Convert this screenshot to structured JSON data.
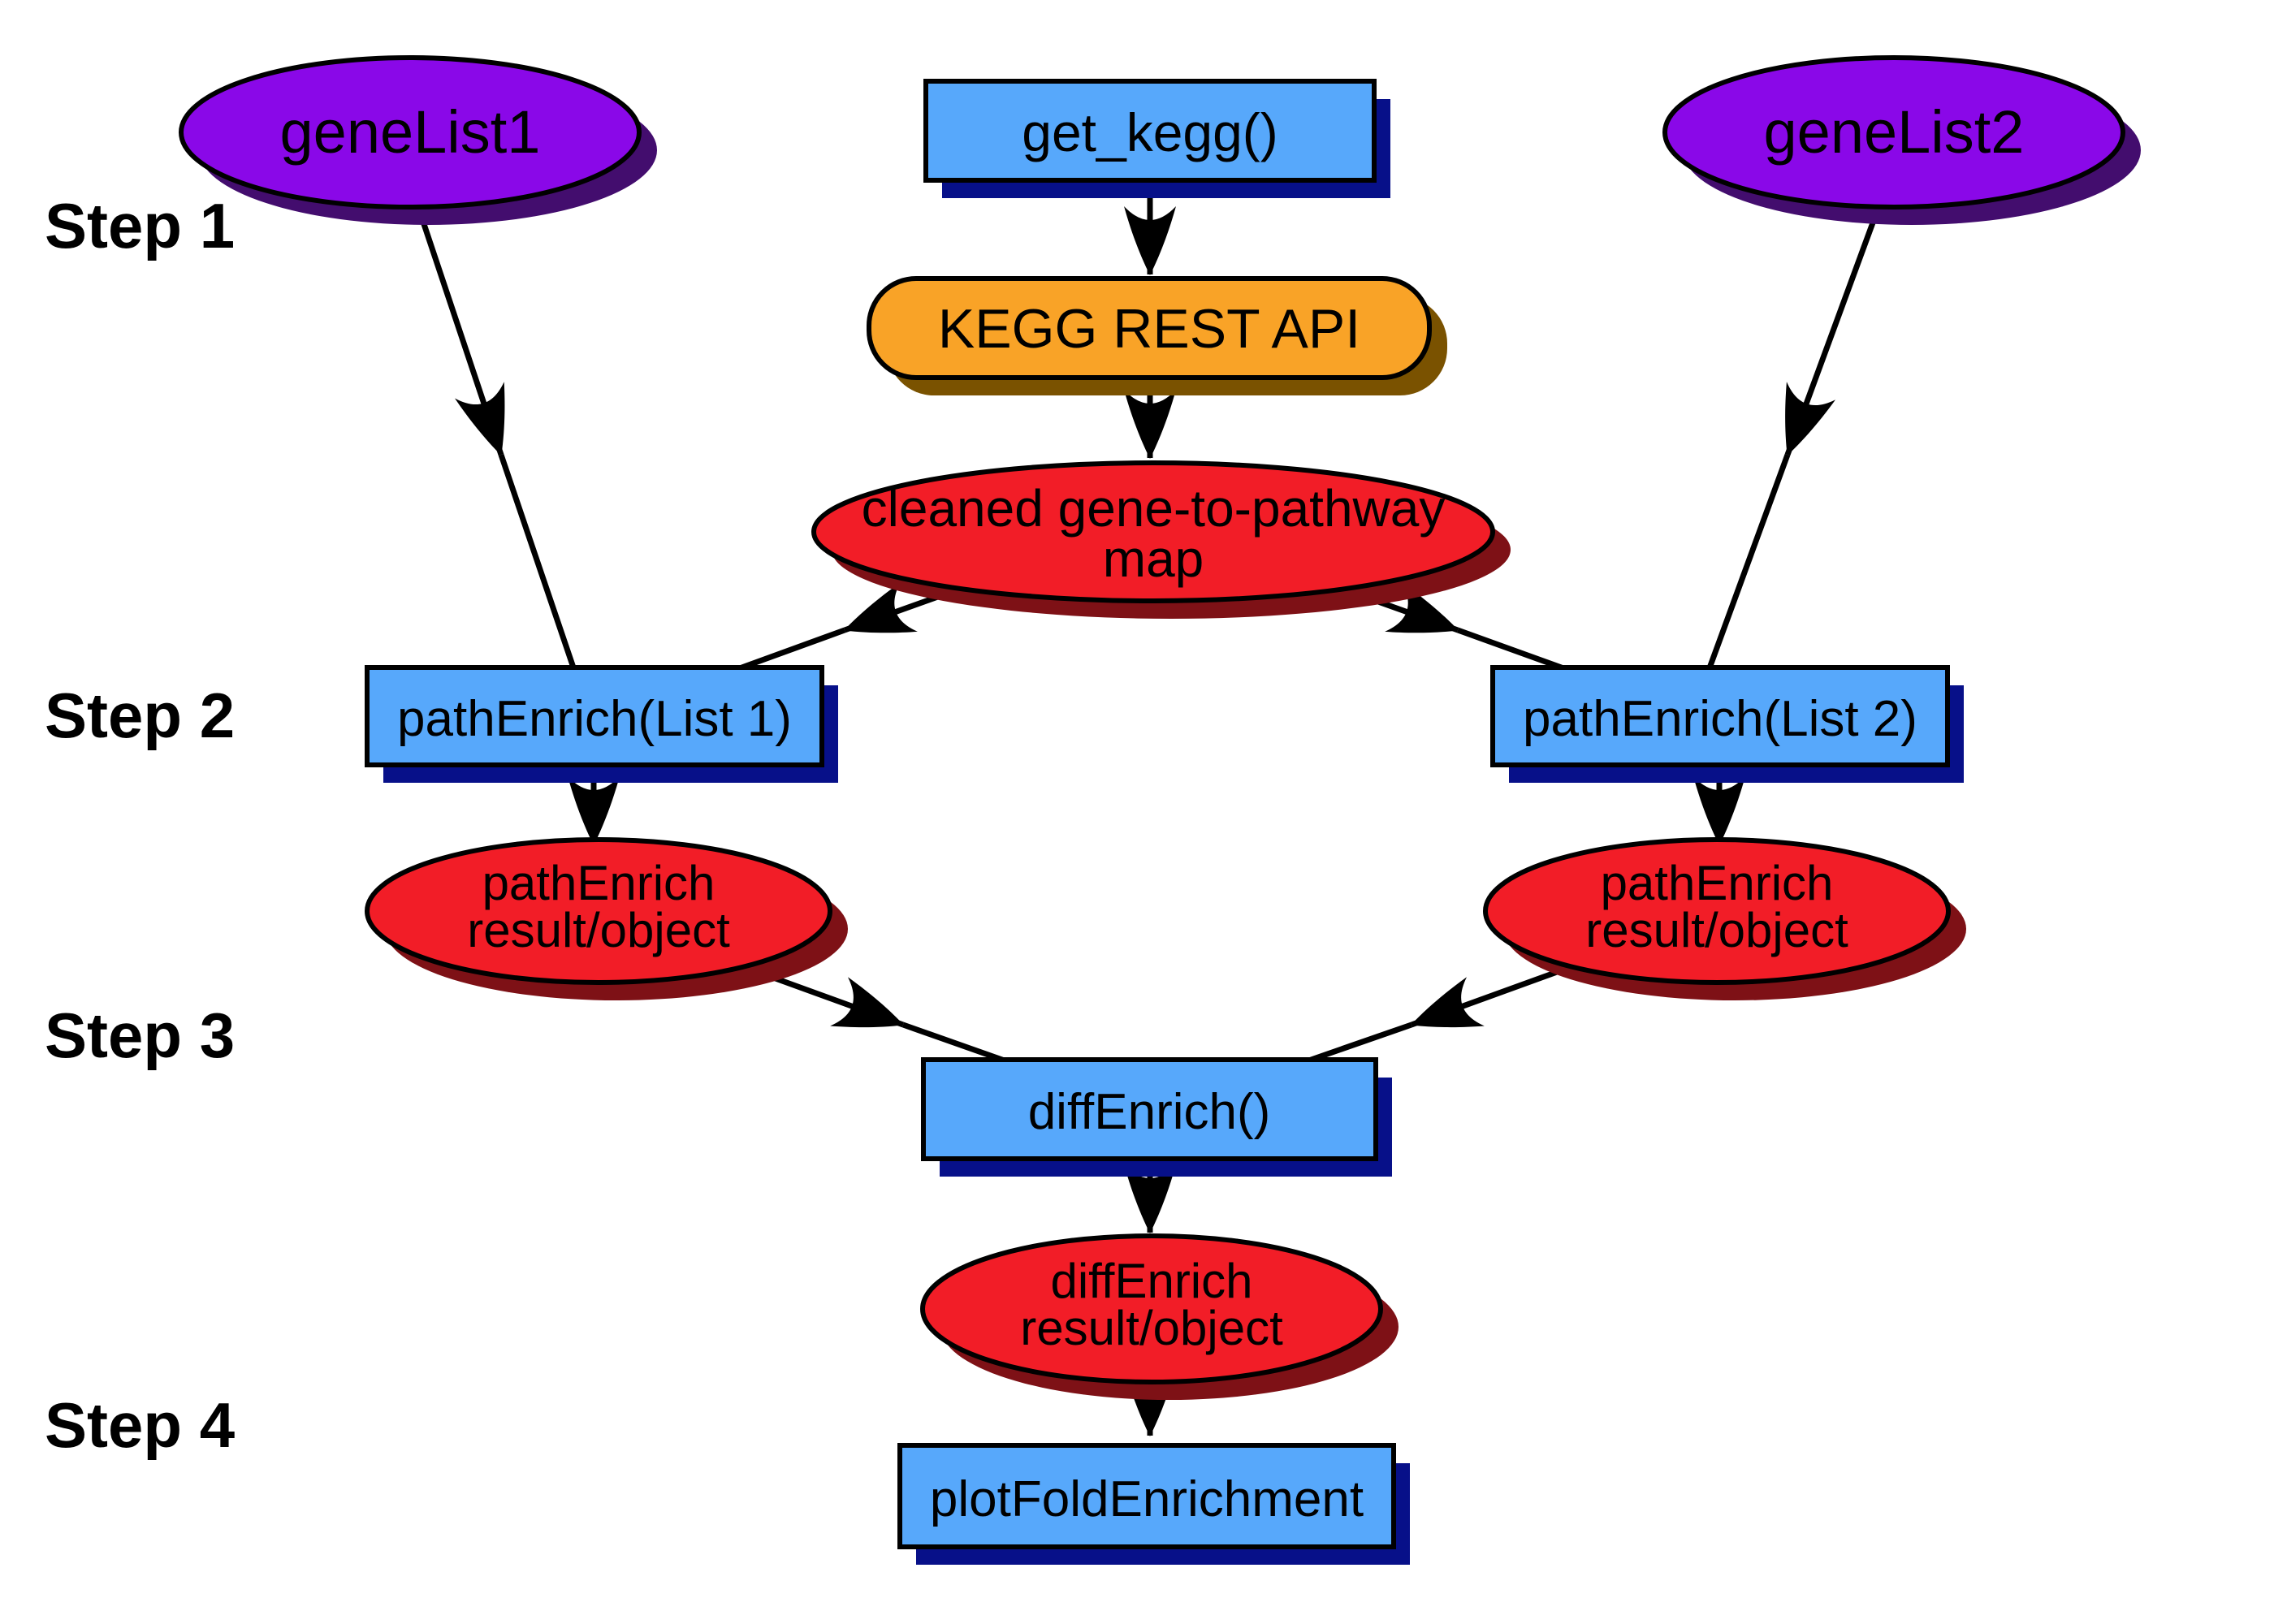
{
  "diagram": {
    "background": "#ffffff",
    "steps": [
      {
        "label": "Step 1"
      },
      {
        "label": "Step 2"
      },
      {
        "label": "Step 3"
      },
      {
        "label": "Step 4"
      }
    ],
    "nodes": {
      "gene_list_1": {
        "label": "geneList1",
        "shape": "ellipse",
        "fill": "#8A08E8"
      },
      "get_kegg": {
        "label": "get_kegg()",
        "shape": "rect",
        "fill": "#57A8FB"
      },
      "gene_list_2": {
        "label": "geneList2",
        "shape": "ellipse",
        "fill": "#8A08E8"
      },
      "kegg_rest_api": {
        "label": "KEGG REST API",
        "shape": "rounded-rect",
        "fill": "#F9A327"
      },
      "gene_to_pathway_map": {
        "line1": "cleaned gene-to-pathway",
        "line2": "map",
        "shape": "ellipse",
        "fill": "#F21D27"
      },
      "path_enrich_1": {
        "label": "pathEnrich(List 1)",
        "shape": "rect",
        "fill": "#57A8FB"
      },
      "path_enrich_2": {
        "label": "pathEnrich(List 2)",
        "shape": "rect",
        "fill": "#57A8FB"
      },
      "path_enrich_result_1": {
        "line1": "pathEnrich",
        "line2": "result/object",
        "shape": "ellipse",
        "fill": "#F21D27"
      },
      "path_enrich_result_2": {
        "line1": "pathEnrich",
        "line2": "result/object",
        "shape": "ellipse",
        "fill": "#F21D27"
      },
      "diff_enrich": {
        "label": "diffEnrich()",
        "shape": "rect",
        "fill": "#57A8FB"
      },
      "diff_enrich_result": {
        "line1": "diffEnrich",
        "line2": "result/object",
        "shape": "ellipse",
        "fill": "#F21D27"
      },
      "plot_fold_enrichment": {
        "label": "plotFoldEnrichment",
        "shape": "rect",
        "fill": "#57A8FB"
      }
    },
    "colors": {
      "node_blue": "#57A8FB",
      "node_blue_shadow": "#071089",
      "node_purple": "#8A08E8",
      "node_purple_shadow": "#430D6E",
      "node_orange": "#F9A327",
      "node_orange_shadow": "#7A5200",
      "node_red": "#F21D27",
      "node_red_shadow": "#7E1116",
      "outline": "#000000",
      "arrow": "#000000",
      "label_text": "#000000"
    }
  }
}
